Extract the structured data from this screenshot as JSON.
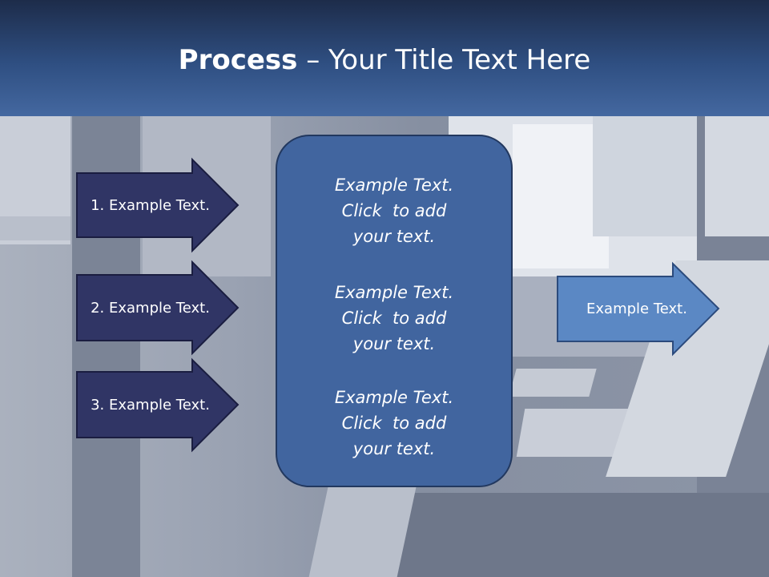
{
  "header": {
    "title_bold": "Process",
    "title_sep": " – ",
    "title_rest": "Your Title Text Here"
  },
  "left_arrows": [
    {
      "label": "1. Example Text."
    },
    {
      "label": "2. Example Text."
    },
    {
      "label": "3. Example Text."
    }
  ],
  "center_box": {
    "blocks": [
      {
        "lines": [
          "Example Text.",
          "Click  to add",
          "your text."
        ]
      },
      {
        "lines": [
          "Example Text.",
          "Click  to add",
          "your text."
        ]
      },
      {
        "lines": [
          "Example Text.",
          "Click  to add",
          "your text."
        ]
      }
    ]
  },
  "right_arrow": {
    "label": "Example Text."
  },
  "colors": {
    "header_dark": "#1d2c4a",
    "header_light": "#4468a0",
    "left_arrow_fill": "#303565",
    "center_box_fill": "#41659f",
    "right_arrow_fill": "#5b88c4"
  }
}
